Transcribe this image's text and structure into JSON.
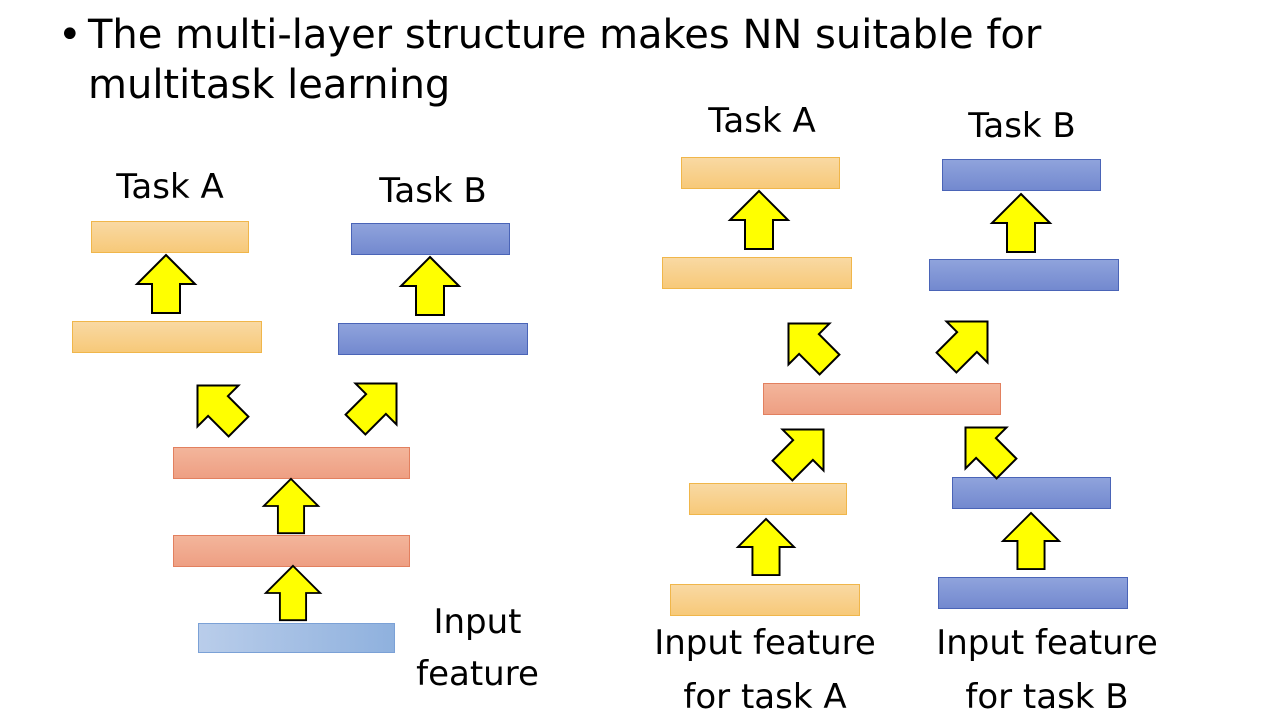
{
  "bullet": {
    "marker": "•",
    "text": "The multi-layer structure makes NN suitable for multitask learning"
  },
  "left_diagram": {
    "task_a_label": "Task A",
    "task_b_label": "Task B",
    "input_label": "Input feature"
  },
  "right_diagram": {
    "task_a_label": "Task A",
    "task_b_label": "Task B",
    "input_a_label": "Input feature for task A",
    "input_b_label": "Input feature for task B"
  },
  "colors": {
    "task_a_layer": "#f7c979",
    "task_b_layer": "#7389cf",
    "shared_layer": "#ee9f83",
    "input_layer": "#a4bfe4",
    "arrow_fill": "#ffff00",
    "arrow_stroke": "#000000"
  },
  "icons": {
    "arrow": "block-up-arrow"
  }
}
